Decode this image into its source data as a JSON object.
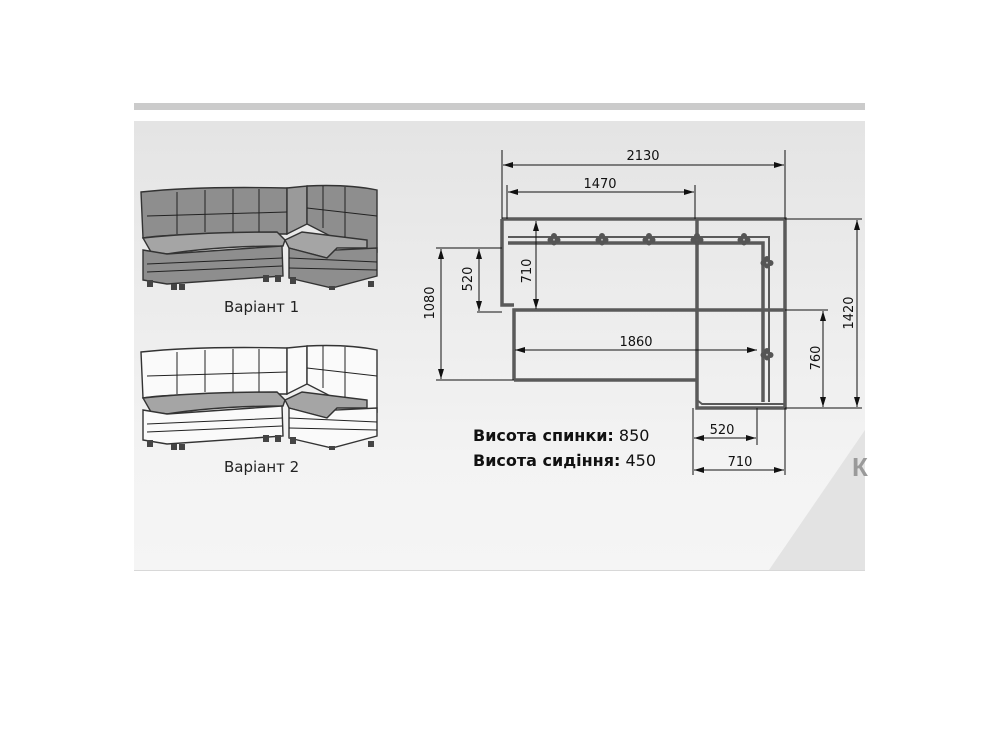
{
  "header": {
    "divider": "top-gray-bar"
  },
  "variants": [
    {
      "label": "Варіант 1",
      "upholstery": "gray-back-gray-seat"
    },
    {
      "label": "Варіант 2",
      "upholstery": "white-back-gray-seat"
    }
  ],
  "specs": {
    "back_height_label": "Висота спинки:",
    "back_height_value": "850",
    "seat_height_label": "Висота сидіння:",
    "seat_height_value": "450"
  },
  "dimensions": {
    "total_width": "2130",
    "long_side_back": "1470",
    "long_seat_length": "1860",
    "total_depth_left": "1080",
    "seat_depth_left": "520",
    "module_depth_left": "710",
    "total_depth_right": "1420",
    "right_seat_length": "760",
    "right_seat_depth": "520",
    "right_module_depth": "710"
  },
  "brand": {
    "partial_letter": "К"
  },
  "colors": {
    "outline": "#555555",
    "dimension_line": "#111111",
    "panel": "#ebebeb"
  }
}
